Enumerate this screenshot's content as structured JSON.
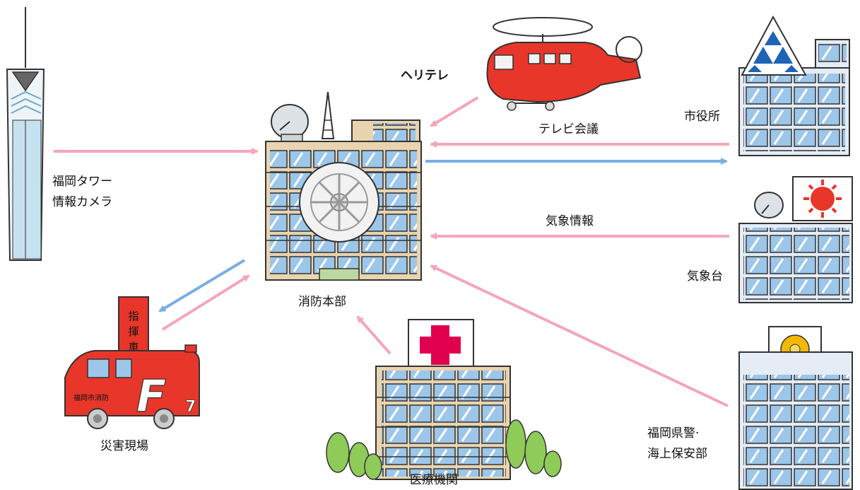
{
  "labels": {
    "tower": [
      "福岡タワー",
      "情報カメラ"
    ],
    "heli": "ヘリテレ",
    "hq": "消防本部",
    "city_hall": "市役所",
    "tv_conf": "テレビ会議",
    "weather_info": "気象情報",
    "weather_station": "気象台",
    "scene": "災害現場",
    "medical": "医療機関",
    "police": [
      "福岡県警·",
      "海上保安部"
    ]
  },
  "vehicle_text": {
    "tower_sign": [
      "指",
      "揮",
      "車"
    ],
    "side_text": "福岡市消防",
    "big_letter": "F",
    "small_number": "7"
  },
  "colors": {
    "arrow_pink": "#f4a6ba",
    "arrow_blue": "#7aaee3",
    "fire_red": "#e8362a",
    "cross_red": "#e0004e",
    "glass_blue": "#9cc6ea",
    "wall_beige": "#e9d3b0",
    "wall_gray": "#e5ecf5",
    "tree_green": "#8ecb58",
    "emblem_gold": "#f5b800",
    "city_logo_blue": "#1f64b4"
  }
}
